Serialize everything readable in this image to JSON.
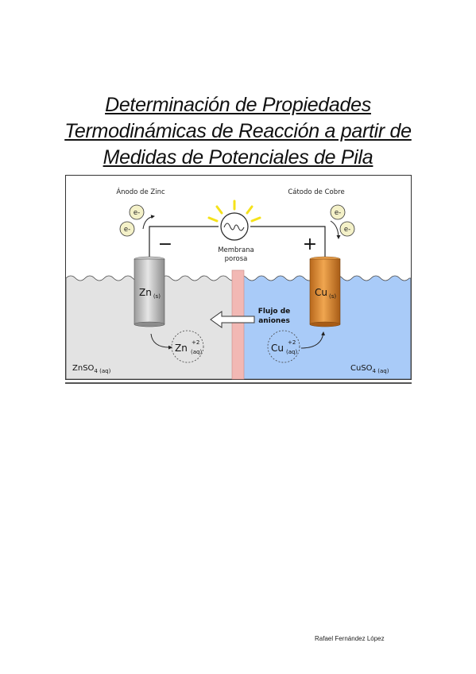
{
  "title": {
    "line1": "Determinación de Propiedades",
    "line2": "Termodinámicas de Reacción a partir de",
    "line3": "Medidas de Potenciales de Pila"
  },
  "diagram": {
    "anode_label": "Ánodo de Zinc",
    "cathode_label": "Cátodo de Cobre",
    "electron_label": "e-",
    "minus_sign": "−",
    "plus_sign": "+",
    "membrane_line1": "Membrana",
    "membrane_line2": "porosa",
    "flow_line1": "Flujo de",
    "flow_line2": "aniones",
    "zn_electrode": "Zn",
    "zn_electrode_sub": "(s)",
    "cu_electrode": "Cu",
    "cu_electrode_sub": "(s)",
    "zn_ion": "Zn",
    "zn_ion_sup": "+2",
    "zn_ion_sub": "(aq)",
    "cu_ion": "Cu",
    "cu_ion_sup": "+2",
    "cu_ion_sub": "(aq)",
    "left_solution": "ZnSO",
    "left_solution_sub": "4 (aq)",
    "right_solution": "CuSO",
    "right_solution_sub": "4 (aq)",
    "colors": {
      "left_solution": "#e3e3e3",
      "right_solution": "#a9cbf8",
      "membrane": "#f2b8b4",
      "zinc": "#c8c8c8",
      "copper": "#d98b33",
      "sun_rays": "#f5e21a"
    }
  },
  "author": "Rafael Fernández López"
}
